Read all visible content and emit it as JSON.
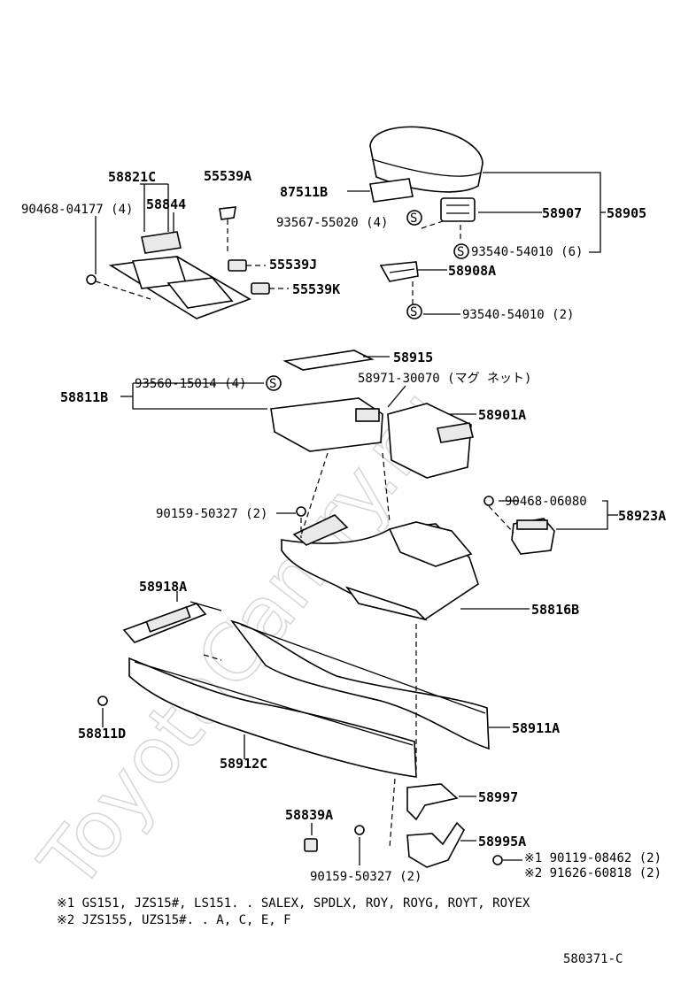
{
  "watermark": "ToyotaCamry.ru",
  "labels": {
    "p58821C": "58821C",
    "p55539A": "55539A",
    "p90468_04177": "90468-04177 (4)",
    "p58844": "58844",
    "p55539J": "55539J",
    "p55539K": "55539K",
    "p87511B": "87511B",
    "p93567": "93567-55020 (4)",
    "p58907": "58907",
    "p58905": "58905",
    "p93540a": "93540-54010 (6)",
    "p58908A": "58908A",
    "p93540b": "93540-54010 (2)",
    "p58915": "58915",
    "p58811B": "58811B",
    "p93560": "93560-15014 (4)",
    "p58971": "58971-30070 (マグ ネット)",
    "p58901A": "58901A",
    "p90159a": "90159-50327 (2)",
    "p90468_06080": "90468-06080",
    "p58923A": "58923A",
    "p58918A": "58918A",
    "p58816B": "58816B",
    "p58811D": "58811D",
    "p58911A": "58911A",
    "p58912C": "58912C",
    "p58997": "58997",
    "p58839A": "58839A",
    "p58995A": "58995A",
    "p90119": "※1 90119-08462 (2)",
    "p91626": "※2 91626-60818 (2)",
    "p90159b": "90159-50327 (2)",
    "s_mark": "S"
  },
  "notes": {
    "note1": "※1 GS151, JZS15#, LS151. . SALEX, SPDLX, ROY, ROYG, ROYT, ROYEX",
    "note2": "※2 JZS155, UZS15#. . A, C, E, F"
  },
  "diagram_code": "580371-C"
}
